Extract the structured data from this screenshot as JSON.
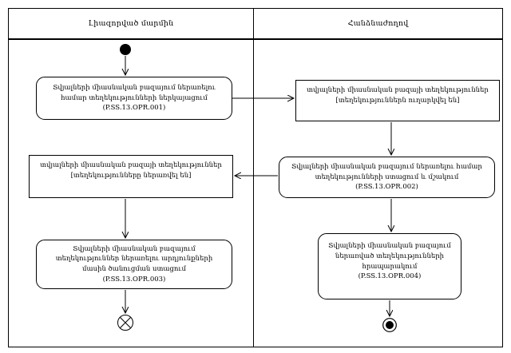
{
  "diagram": {
    "lanes": {
      "left": {
        "title": "Լիազորված մարմին"
      },
      "right": {
        "title": "Հանձնաժողով"
      }
    },
    "nodes": {
      "action_001": {
        "title": "Տվյալների միասնական բազայում ներառելու համար տեղեկությունների ներկայացում",
        "code": "(P.SS.13.OPR.001)"
      },
      "object_sent": {
        "title": "տվյալների միասնական բազայի տեղեկություններ",
        "state": "[տեղեկություններն ուղարկվել են]"
      },
      "action_002": {
        "title": "Տվյալների միասնական բազայում ներառելու համար տեղեկությունների ստացում և մշակում",
        "code": "(P.SS.13.OPR.002)"
      },
      "object_included": {
        "title": "տվյալների միասնական բազայի տեղեկություններ",
        "state": "[տեղեկությունները ներառվել են]"
      },
      "action_003": {
        "title": "Տվյալների միասնական բազայում տեղեկություններ ներառելու արդյունքների մասին ծանուցման ստացում",
        "code": "(P.SS.13.OPR.003)"
      },
      "action_004": {
        "title": "Տվյալների միասնական բազայում ներառված տեղեկությունների հրապարակում",
        "code": "(P.SS.13.OPR.004)"
      }
    },
    "colors": {
      "line": "#000000",
      "background": "#ffffff"
    }
  }
}
